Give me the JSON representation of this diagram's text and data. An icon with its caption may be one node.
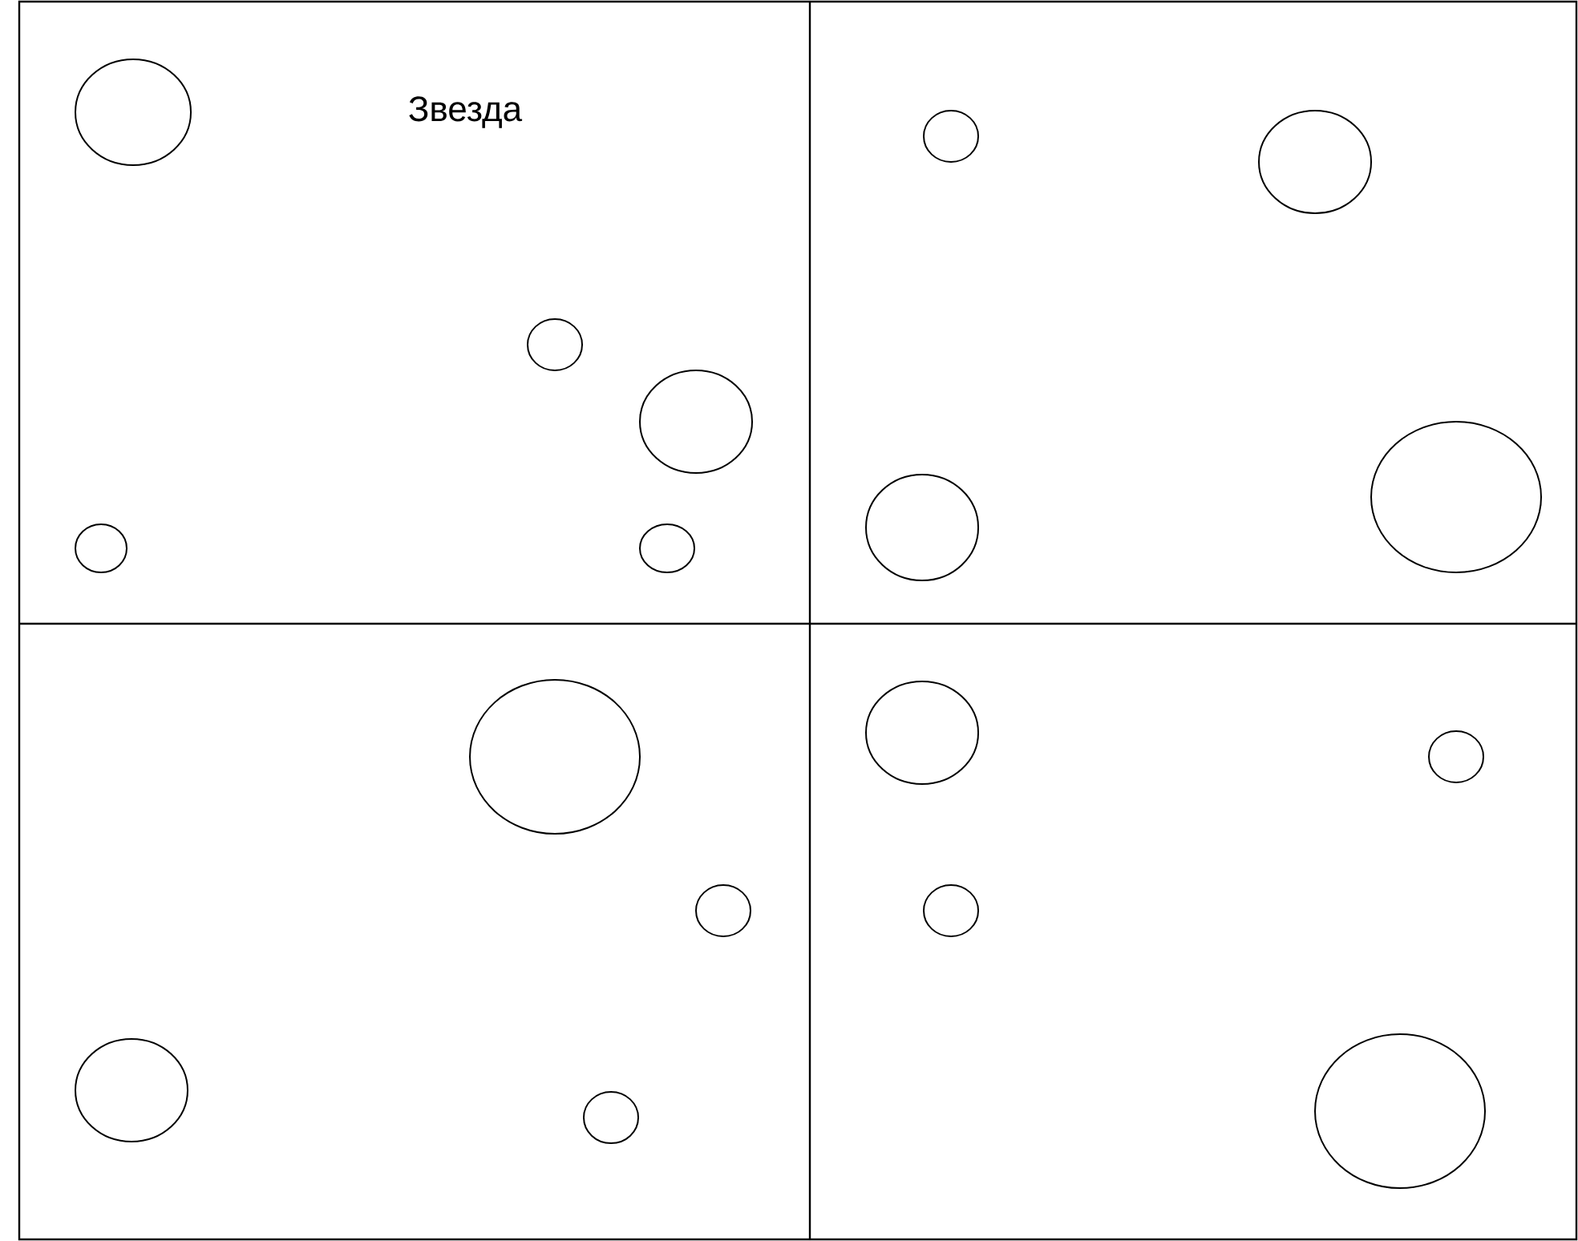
{
  "diagram": {
    "nodes": [
      {
        "text": [],
        "shape": "circle"
      },
      {
        "text": [],
        "shape": "circle"
      },
      {
        "text": [],
        "shape": "circle"
      },
      {
        "text": [],
        "shape": "circle"
      },
      {
        "text": [],
        "shape": "circle"
      },
      {
        "text": [],
        "shape": "circle"
      },
      {
        "text": [],
        "shape": "circle"
      },
      {
        "text": [],
        "shape": "circle"
      },
      {
        "text": [],
        "shape": "circle"
      },
      {
        "text": [],
        "shape": "circle"
      },
      {
        "text": [],
        "shape": "circle"
      },
      {
        "text": [],
        "shape": "circle"
      },
      {
        "text": [],
        "shape": "circle"
      },
      {
        "text": [],
        "shape": "circle"
      },
      {
        "text": [],
        "shape": "circle"
      },
      {
        "text": [],
        "shape": "circle"
      },
      {
        "text": [],
        "shape": "circle"
      }
    ],
    "labels": [
      "Звезда"
    ]
  }
}
